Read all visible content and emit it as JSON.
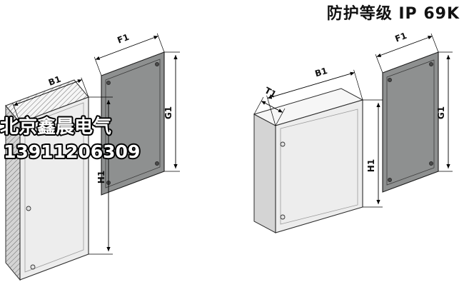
{
  "title": "防护等级 IP 69K",
  "watermark": {
    "company": "北京鑫晨电气",
    "phone": "13911206309"
  },
  "diagrams": {
    "left": {
      "labels": {
        "b1": "B1",
        "f1": "F1",
        "g1": "G1",
        "h1": "H1"
      }
    },
    "right": {
      "labels": {
        "t1": "T1",
        "b1": "B1",
        "f1": "F1",
        "g1": "G1",
        "h1": "H1"
      }
    }
  },
  "colors": {
    "background": "#ffffff",
    "box_front": "#ededed",
    "box_side": "#d4d4d4",
    "box_top": "#f6f6f6",
    "plate": "#8e9090",
    "outline": "#2b2b2b",
    "dimension_line": "#000000",
    "title_color": "#111111",
    "watermark_fill": "#ffffff",
    "watermark_stroke": "#000000"
  }
}
